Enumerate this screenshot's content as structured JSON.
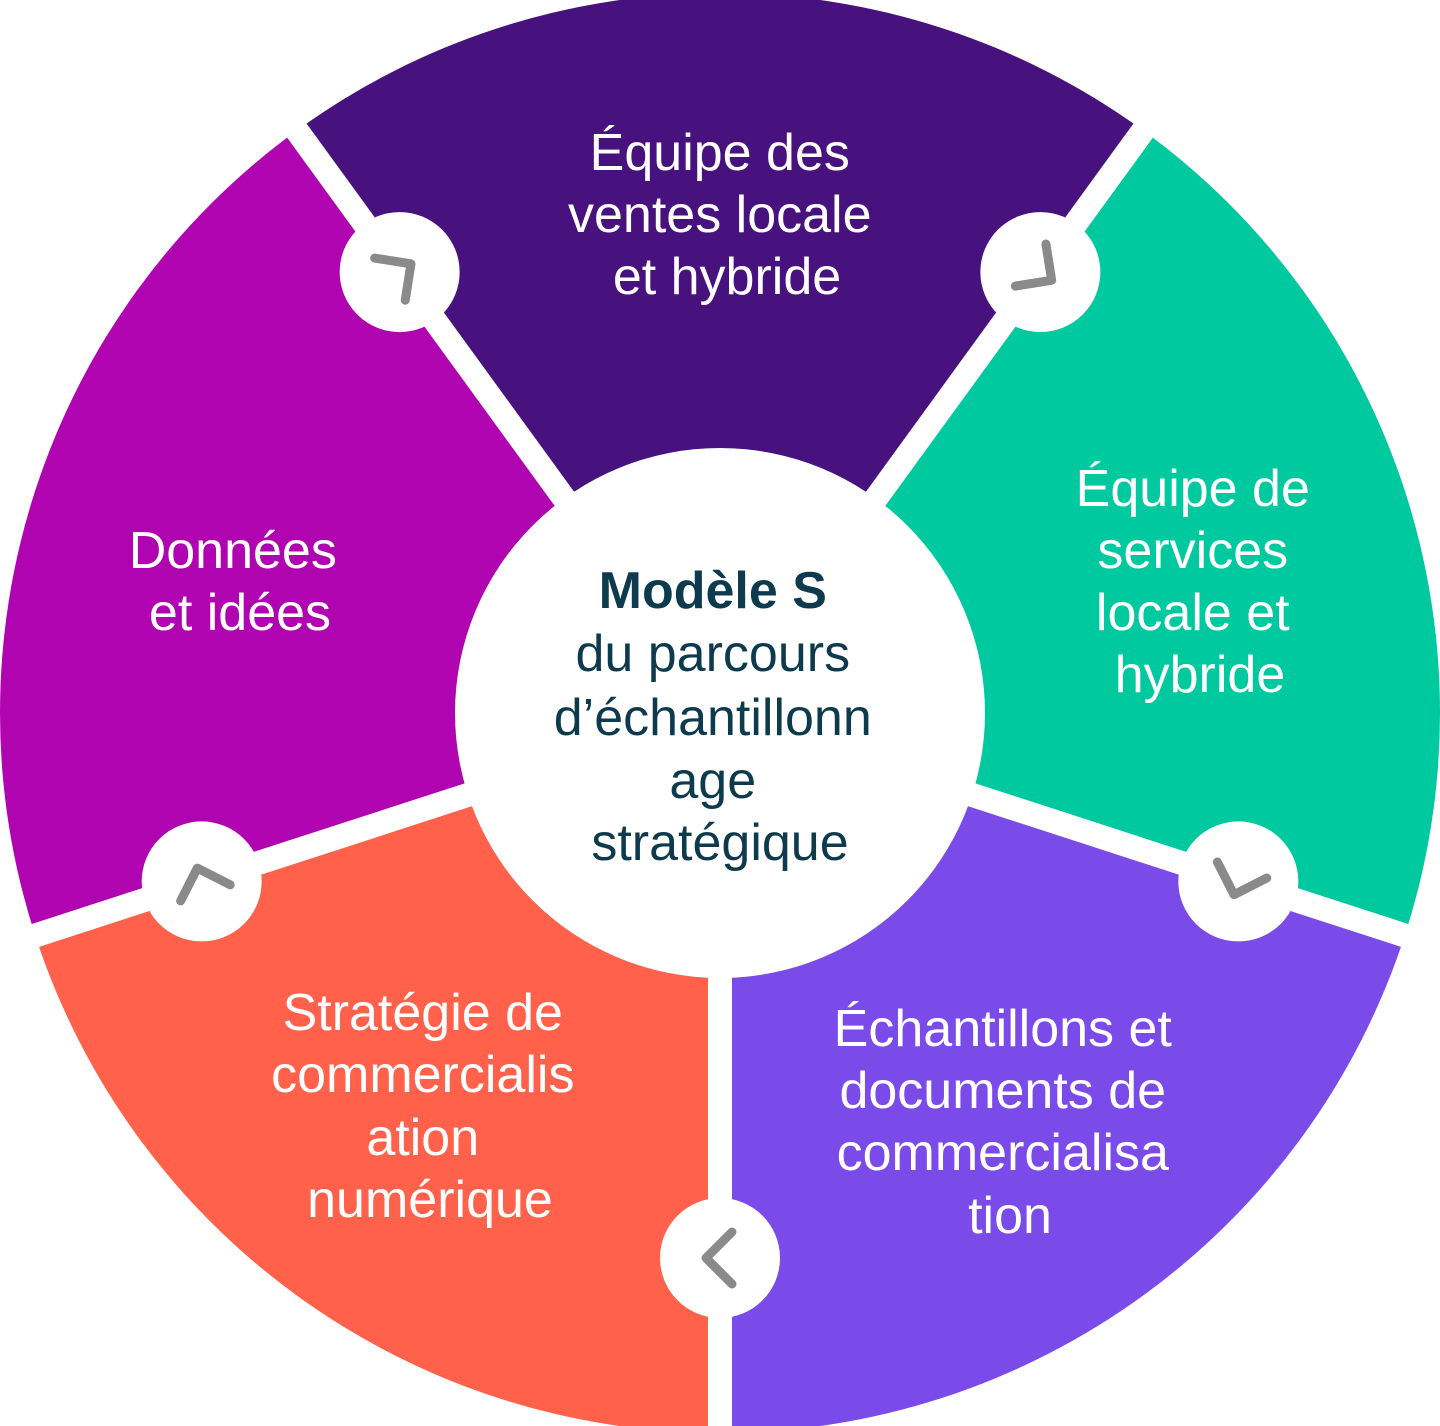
{
  "center": {
    "title": "Modèle S",
    "lines": [
      "du parcours",
      "d’échantillonn",
      "age",
      "stratégique"
    ]
  },
  "segments": [
    {
      "name": "segment-sales-team",
      "color": "#47127d",
      "lines": [
        "Équipe des",
        "ventes locale",
        "et hybride"
      ]
    },
    {
      "name": "segment-services-team",
      "color": "#00c9a0",
      "lines": [
        "Équipe de",
        "services",
        "locale et",
        "hybride"
      ]
    },
    {
      "name": "segment-samples-materials",
      "color": "#7b4bea",
      "lines": [
        "Échantillons et",
        "documents de",
        "commercialisa",
        "tion"
      ]
    },
    {
      "name": "segment-digital-marketing",
      "color": "#ff614a",
      "lines": [
        "Stratégie de",
        "commercialis",
        "ation",
        "numérique"
      ]
    },
    {
      "name": "segment-data-insights",
      "color": "#b004b0",
      "lines": [
        "Données",
        "et idées"
      ]
    }
  ],
  "connector_icon": "chevron-icon",
  "connector_color": "#8a8a8a"
}
